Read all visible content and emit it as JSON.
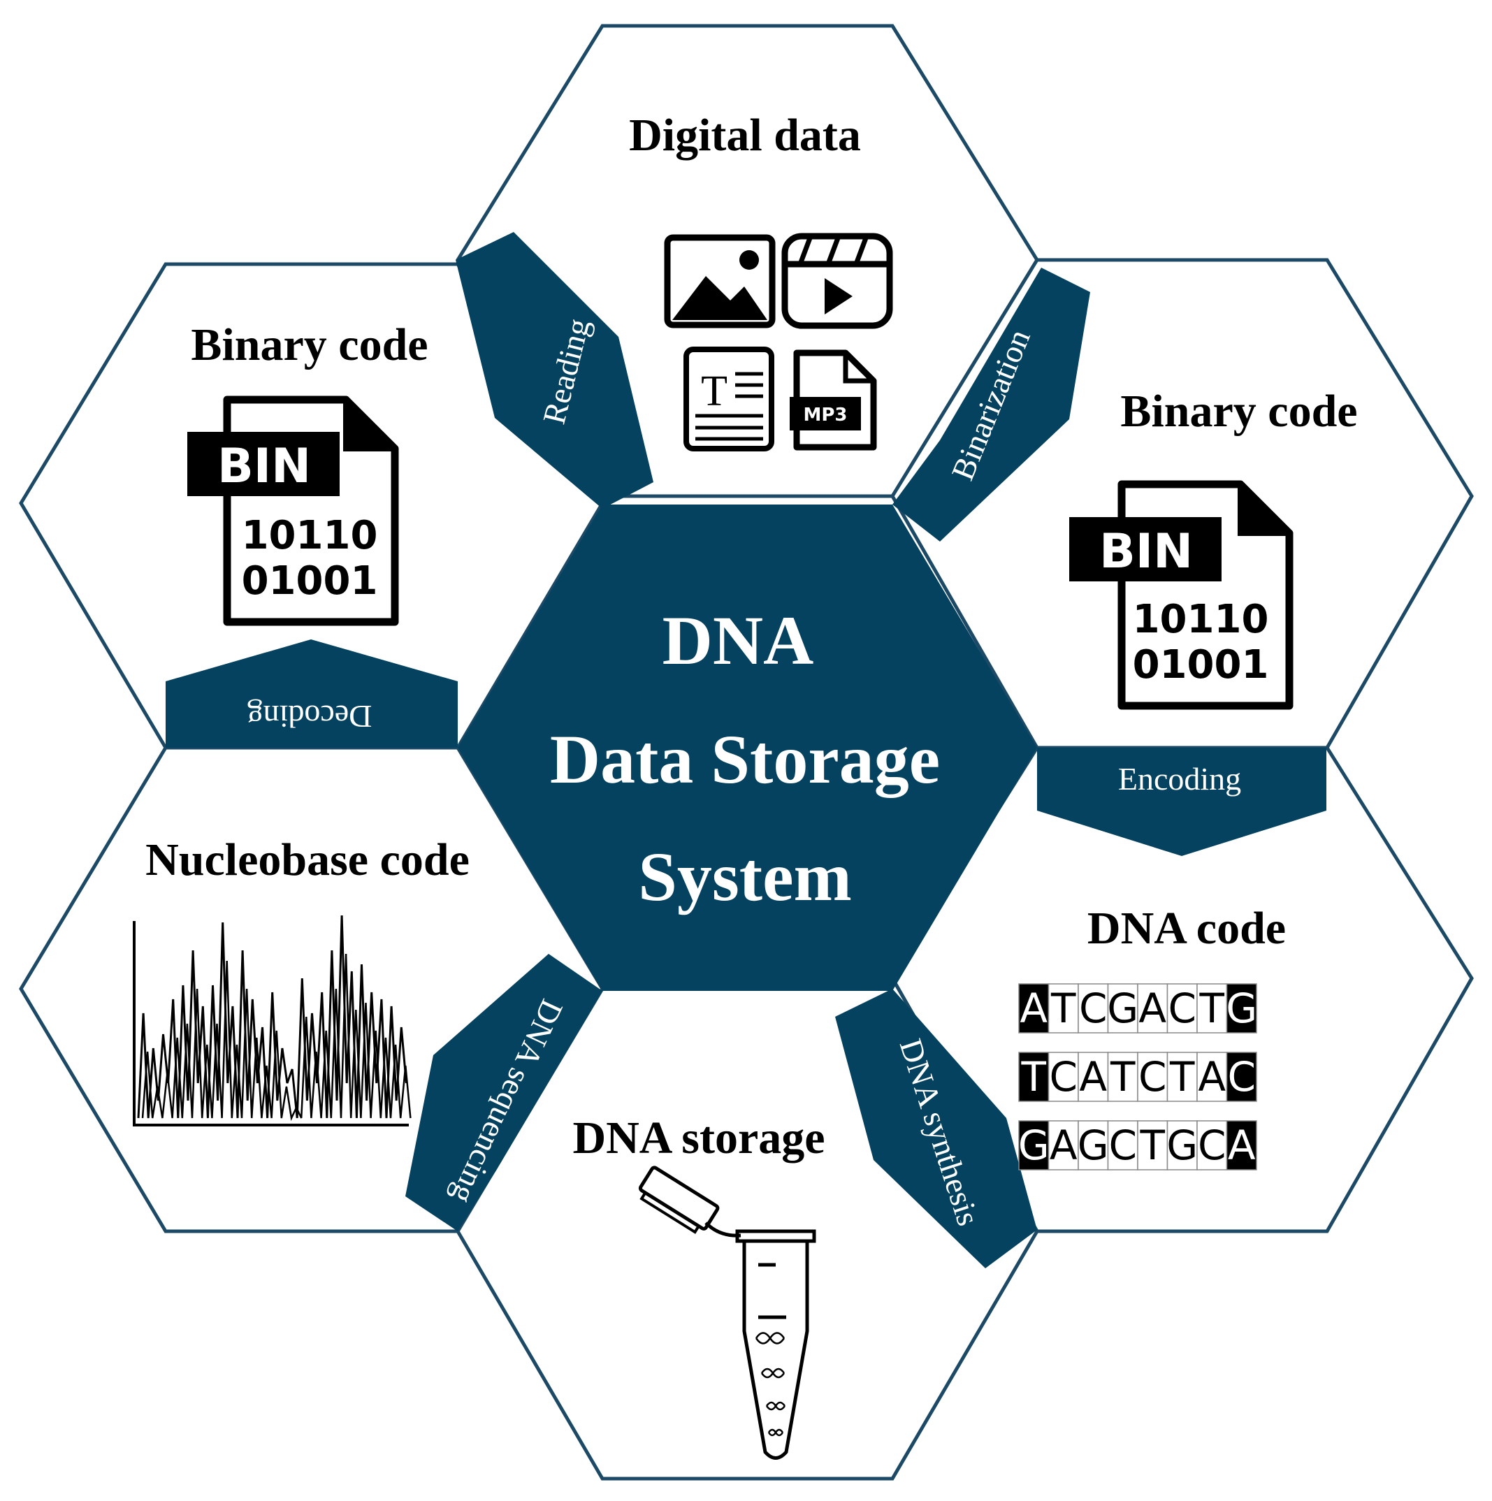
{
  "center": {
    "line1": "DNA",
    "line2": "Data Storage",
    "line3": "System"
  },
  "cells": {
    "digital": {
      "title": "Digital data",
      "icons": [
        "image-icon",
        "video-icon",
        "text-document-icon",
        "mp3-file-icon"
      ],
      "mp3_label": "MP3"
    },
    "binary_right": {
      "title": "Binary code",
      "tag": "BIN",
      "line1": "10110",
      "line2": "01001"
    },
    "dna_code": {
      "title": "DNA code"
    },
    "dna_storage": {
      "title": "DNA storage",
      "icon": "dna-tube-icon"
    },
    "nucleobase": {
      "title": "Nucleobase code",
      "icon": "sequencing-chromatogram-icon"
    },
    "binary_left": {
      "title": "Binary code",
      "tag": "BIN",
      "line1": "10110",
      "line2": "01001"
    }
  },
  "dna_sequences": [
    [
      "A",
      "T",
      "C",
      "G",
      "A",
      "C",
      "T",
      "G"
    ],
    [
      "T",
      "C",
      "A",
      "T",
      "C",
      "T",
      "A",
      "C"
    ],
    [
      "G",
      "A",
      "G",
      "C",
      "T",
      "G",
      "C",
      "A"
    ]
  ],
  "steps": {
    "reading": "Reading",
    "binarization": "Binarization",
    "encoding": "Encoding",
    "synthesis": "DNA synthesis",
    "sequencing": "DNA sequencing",
    "decoding": "Decoding"
  },
  "colors": {
    "primary": "#04425f",
    "outline": "#1c4a66",
    "text": "#000000"
  }
}
